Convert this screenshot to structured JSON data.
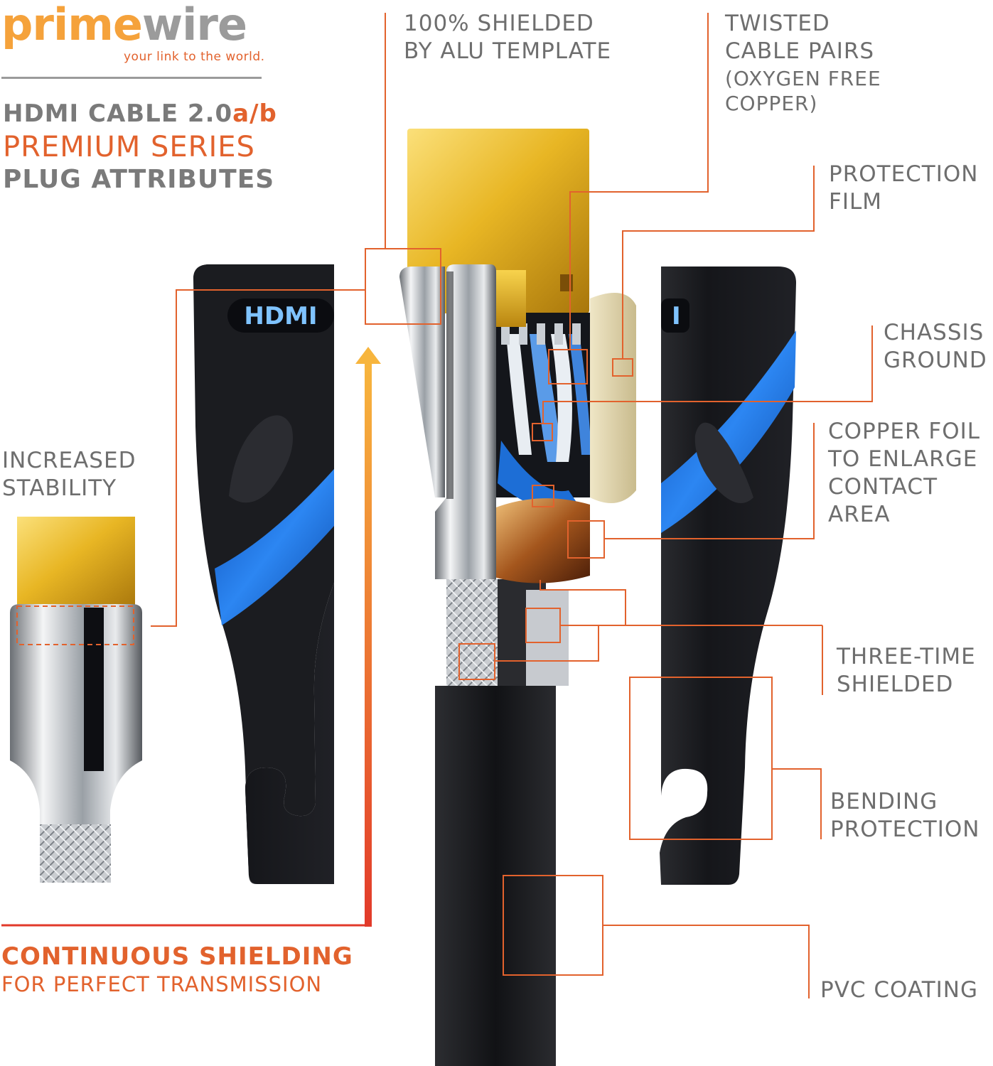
{
  "brand": {
    "logo_prime": "prime",
    "logo_wire": "wire",
    "tagline": "your link to the world."
  },
  "heading": {
    "line1_prefix": "HDMI CABLE 2.0",
    "line1_suffix": "a/b",
    "line2": "PREMIUM SERIES",
    "line3": "PLUG ATTRIBUTES"
  },
  "callouts": {
    "alu_template": [
      "100% SHIELDED",
      "BY ALU TEMPLATE"
    ],
    "twisted_pairs": [
      "TWISTED",
      "CABLE PAIRS"
    ],
    "twisted_pairs_note": [
      "(OXYGEN FREE",
      "COPPER)"
    ],
    "protection_film": [
      "PROTECTION",
      "FILM"
    ],
    "chassis_ground": [
      "CHASSIS",
      "GROUND"
    ],
    "copper_foil": [
      "COPPER FOIL",
      "TO ENLARGE",
      "CONTACT",
      "AREA"
    ],
    "increased_stability": [
      "INCREASED",
      "STABILITY"
    ],
    "three_time_shielded": [
      "THREE-TIME",
      "SHIELDED"
    ],
    "bending_protection": [
      "BENDING",
      "PROTECTION"
    ],
    "pvc_coating": "PVC COATING"
  },
  "footer": {
    "line1": "CONTINUOUS SHIELDING",
    "line2": "FOR PERFECT TRANSMISSION"
  },
  "connector_badge": "HDMI",
  "colors": {
    "accent_orange": "#e2622d",
    "logo_orange": "#f5a23b",
    "text_grey": "#7a7a7a",
    "cable_black": "#1e1f22",
    "stripe_blue": "#1f6fe0",
    "gold": "#e8b624"
  }
}
